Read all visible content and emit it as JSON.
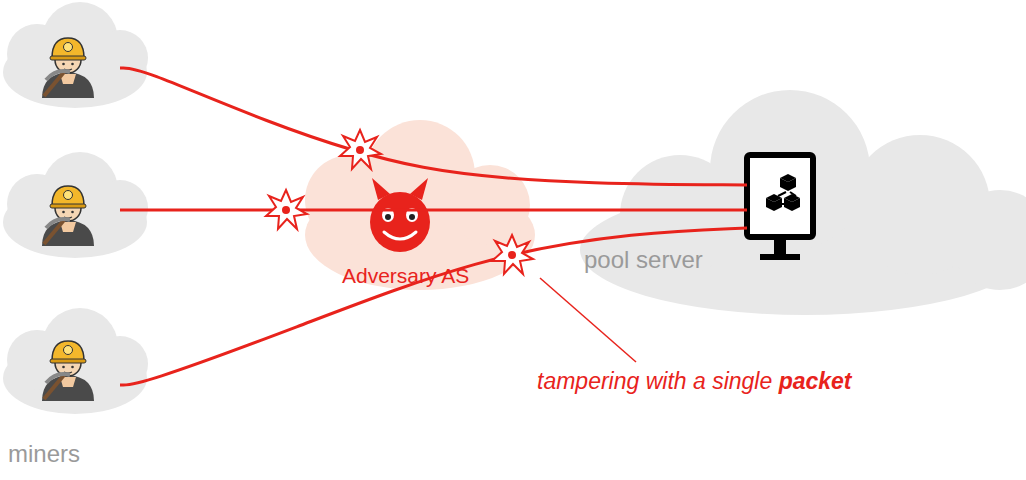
{
  "diagram": {
    "nodes": [
      {
        "text": [
          "miners"
        ]
      },
      {
        "text": [
          "Adversary AS"
        ]
      },
      {
        "text": [
          "pool server"
        ]
      }
    ],
    "edges": [
      {
        "from": 0,
        "to": 2,
        "arrow": "none"
      },
      {
        "from": 0,
        "to": 2,
        "arrow": "none"
      },
      {
        "from": 0,
        "to": 2,
        "arrow": "none"
      }
    ],
    "labels": [
      "tampering with a single packet"
    ]
  }
}
